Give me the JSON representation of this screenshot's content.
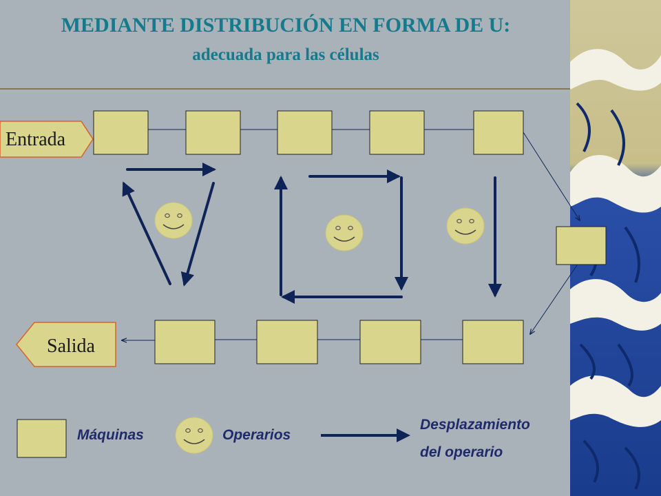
{
  "title": "MEDIANTE DISTRIBUCIÓN EN FORMA DE  U:",
  "subtitle": "adecuada para las células",
  "entry_label": "Entrada",
  "exit_label": "Salida",
  "legend": {
    "machines": "Máquinas",
    "operators": "Operarios",
    "movement_line1": "Desplazamiento",
    "movement_line2": "del operario"
  },
  "colors": {
    "machine_fill": "#d9d58d",
    "operator_fill": "#d9d58d",
    "arrow": "#0f2456",
    "title": "#157a8c",
    "background": "#a9b2b8"
  },
  "icons": [
    "smiley-face-icon",
    "arrow-icon",
    "wave-decoration"
  ]
}
